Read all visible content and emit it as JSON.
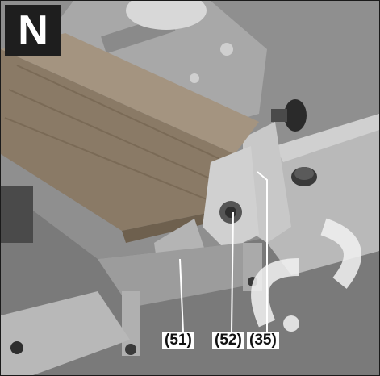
{
  "figure_tag": "N",
  "callouts": [
    "(51)",
    "(52)",
    "(35)"
  ],
  "colors": {
    "tag_bg": "#1e1e1e",
    "callout_text": "#111111",
    "leader_line": "#ffffff",
    "watermark": "#f2f2f2"
  }
}
